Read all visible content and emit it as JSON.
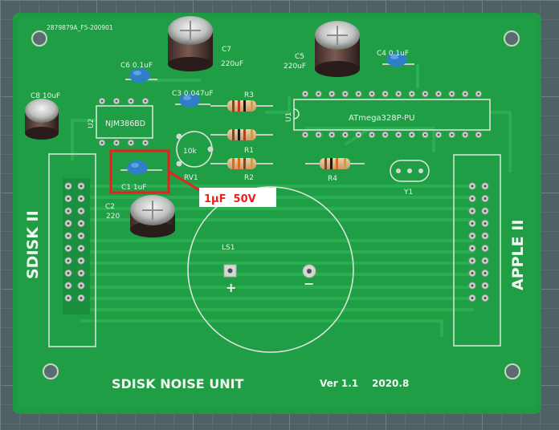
{
  "board": {
    "serial": "2879879A_F5-200901",
    "title": "SDISK NOISE UNIT",
    "version": "Ver 1.1",
    "date": "2020.8",
    "connector_left": "SDISK II",
    "connector_right": "APPLE II"
  },
  "components": {
    "c6": "C6 0.1uF",
    "c7_ref": "C7",
    "c7_val": "220uF",
    "c5_ref": "C5",
    "c5_val": "220uF",
    "c4": "C4 0.1uF",
    "c8": "C8 10uF",
    "c3": "C3 0.047uF",
    "r3": "R3",
    "u2": "U2",
    "njm": "NJM386BD",
    "u1": "U1",
    "atmega": "ATmega328P-PU",
    "r1": "R1",
    "r2": "R2",
    "r4": "R4",
    "pot": "10k",
    "rv1": "RV1",
    "c1": "C1 1uF",
    "c2_ref": "C2",
    "c2_val": "220",
    "y1": "Y1",
    "ls1": "LS1",
    "plus": "+",
    "minus": "−"
  },
  "annotation": {
    "label": "1μF  50V",
    "color": "#e8201e"
  },
  "colors": {
    "pcb": "#1f9a44",
    "silkscreen": "#e9f2ea",
    "capacitor_blue": "#2f7fc7"
  }
}
